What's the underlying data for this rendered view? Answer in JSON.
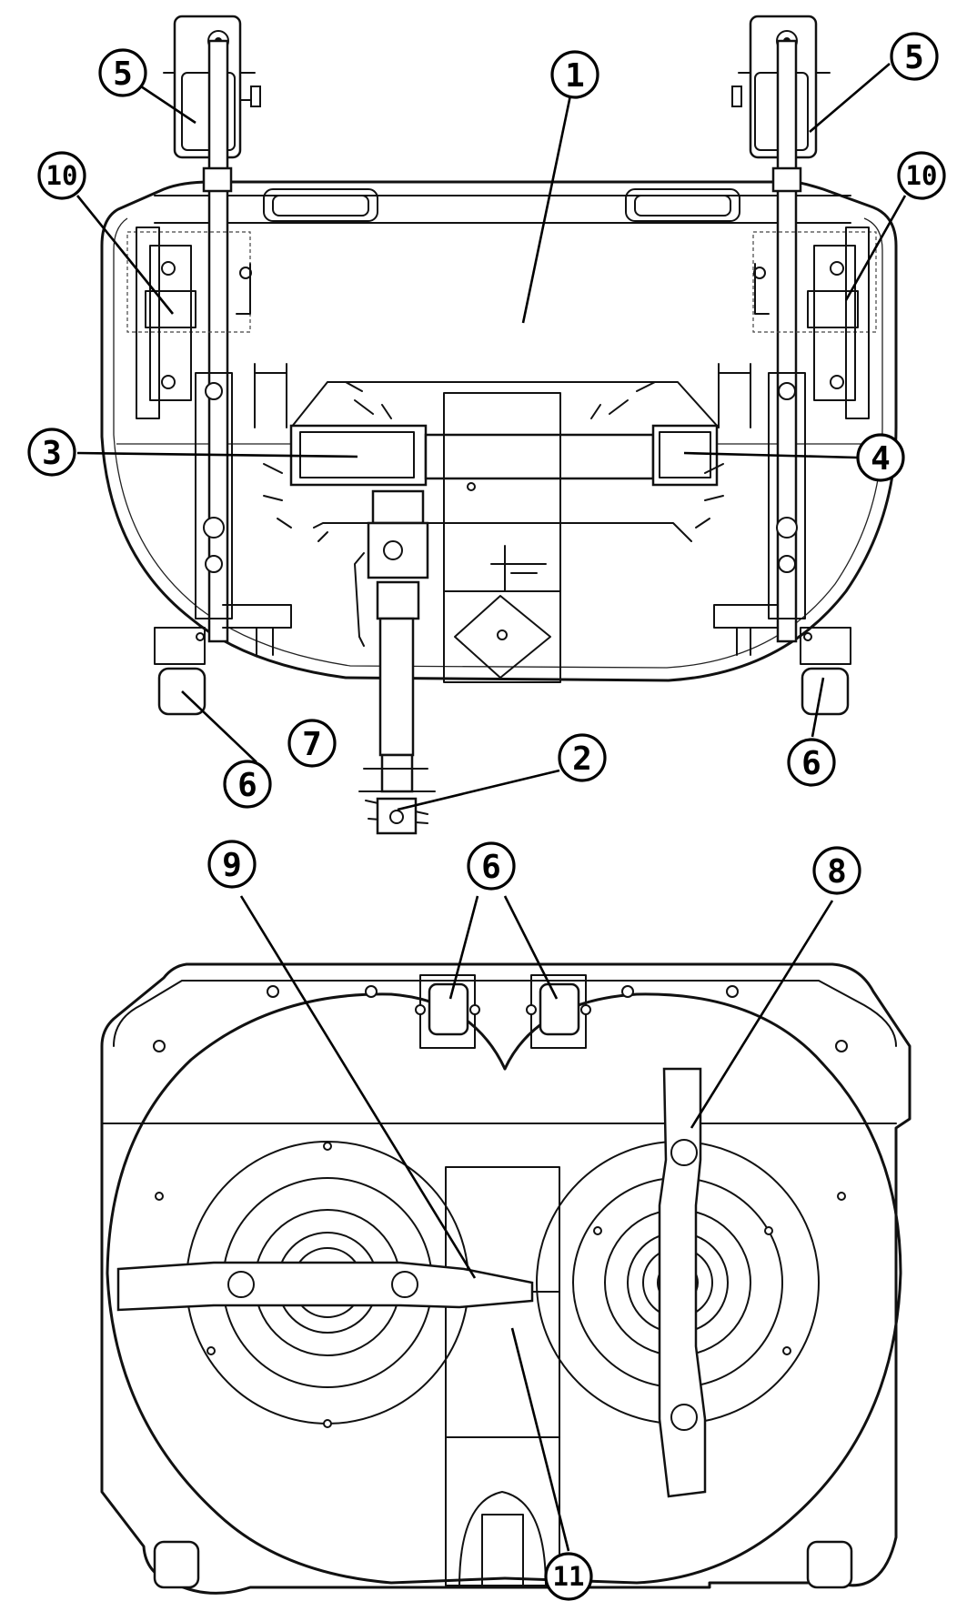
{
  "diagram": {
    "callouts_top": [
      {
        "id": "c1",
        "label": "1"
      },
      {
        "id": "c2",
        "label": "2"
      },
      {
        "id": "c3",
        "label": "3"
      },
      {
        "id": "c4",
        "label": "4"
      },
      {
        "id": "c5l",
        "label": "5"
      },
      {
        "id": "c5r",
        "label": "5"
      },
      {
        "id": "c6l",
        "label": "6"
      },
      {
        "id": "c6r",
        "label": "6"
      },
      {
        "id": "c7",
        "label": "7"
      },
      {
        "id": "c10l",
        "label": "10"
      },
      {
        "id": "c10r",
        "label": "10"
      }
    ],
    "callouts_bottom": [
      {
        "id": "c9",
        "label": "9"
      },
      {
        "id": "c6b",
        "label": "6"
      },
      {
        "id": "c8",
        "label": "8"
      },
      {
        "id": "c11",
        "label": "11"
      }
    ]
  }
}
